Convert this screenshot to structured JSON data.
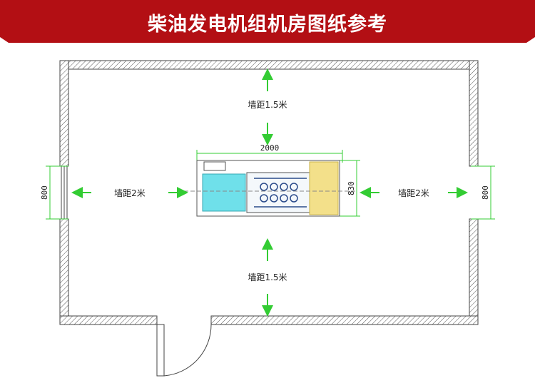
{
  "banner": {
    "title": "柴油发电机组机房图纸参考",
    "color": "#b30f14"
  },
  "plan": {
    "wall_color": "#444444",
    "arrow_color": "#33cc33",
    "dimension_color": "#33cc33",
    "labels": {
      "top_clearance": "墙距1.5米",
      "bottom_clearance": "墙距1.5米",
      "left_clearance": "墙距2米",
      "right_clearance": "墙距2米",
      "generator_length": "2000",
      "generator_width": "830",
      "left_opening": "800",
      "right_opening": "800"
    },
    "generator": {
      "alternator_color": "#6fe0ea",
      "radiator_color": "#f3e08a",
      "outline_color": "#555555"
    }
  }
}
